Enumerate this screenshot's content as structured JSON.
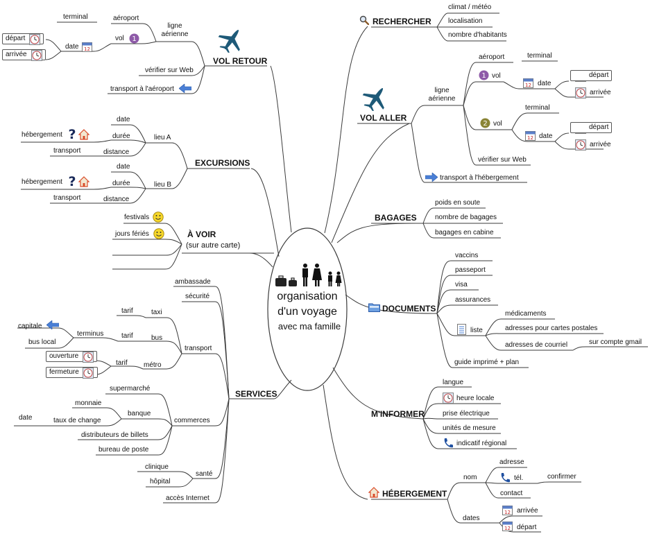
{
  "center": {
    "line1": "organisation",
    "line2": "d'un voyage",
    "line3": "avec ma famille"
  },
  "branches": {
    "rechercher": {
      "label": "RECHERCHER",
      "items": [
        "climat / météo",
        "localisation",
        "nombre d'habitants"
      ]
    },
    "vol_aller": {
      "label": "VOL ALLER",
      "ligne": "ligne aérienne",
      "aeroport": "aéroport",
      "terminal": "terminal",
      "vol": "vol",
      "date": "date",
      "depart": "départ",
      "arrivee": "arrivée",
      "verifier": "vérifier sur Web",
      "transport": "transport à l'hébergement"
    },
    "bagages": {
      "label": "BAGAGES",
      "items": [
        "poids en soute",
        "nombre de bagages",
        "bagages en cabine"
      ]
    },
    "documents": {
      "label": "DOCUMENTS",
      "items": [
        "vaccins",
        "passeport",
        "visa",
        "assurances"
      ],
      "liste": "liste",
      "liste_items": [
        "médicaments",
        "adresses pour cartes postales",
        "adresses de courriel"
      ],
      "gmail": "sur compte gmail",
      "guide": "guide imprimé + plan"
    },
    "minformer": {
      "label": "M'INFORMER",
      "items": [
        "langue",
        "heure locale",
        "prise électrique",
        "unités de mesure",
        "indicatif régional"
      ]
    },
    "hebergement": {
      "label": "HÉBERGEMENT",
      "nom": "nom",
      "adresse": "adresse",
      "tel": "tél.",
      "confirmer": "confirmer",
      "contact": "contact",
      "dates": "dates",
      "arrivee": "arrivée",
      "depart": "départ"
    },
    "vol_retour": {
      "label": "VOL RETOUR",
      "ligne": "ligne aérienne",
      "aeroport": "aéroport",
      "terminal": "terminal",
      "vol": "vol",
      "date": "date",
      "depart": "départ",
      "arrivee": "arrivée",
      "verifier": "vérifier sur Web",
      "transport": "transport à l'aéroport"
    },
    "excursions": {
      "label": "EXCURSIONS",
      "lieu_a": "lieu A",
      "lieu_b": "lieu B",
      "date": "date",
      "duree": "durée",
      "distance": "distance",
      "hebergement": "hébergement",
      "transport": "transport"
    },
    "a_voir": {
      "label": "À VOIR",
      "sublabel": "(sur autre carte)",
      "items": [
        "festivals",
        "jours fériés"
      ]
    },
    "services": {
      "label": "SERVICES",
      "ambassade": "ambassade",
      "securite": "sécurité",
      "transport": "transport",
      "taxi": "taxi",
      "bus": "bus",
      "metro": "métro",
      "tarif": "tarif",
      "terminus": "terminus",
      "capitale": "capitale",
      "bus_local": "bus local",
      "ouverture": "ouverture",
      "fermeture": "fermeture",
      "commerces": "commerces",
      "supermarche": "supermarché",
      "banque": "banque",
      "monnaie": "monnaie",
      "taux": "taux de change",
      "date": "date",
      "distributeurs": "distributeurs de billets",
      "poste": "bureau de poste",
      "sante": "santé",
      "clinique": "clinique",
      "hopital": "hôpital",
      "internet": "accès Internet"
    }
  },
  "badges": {
    "one": "1",
    "two": "2",
    "calendar_day": "12",
    "question": "?"
  },
  "icons": [
    "magnifier-icon",
    "airplane-icon",
    "folder-icon",
    "clock-icon",
    "calendar-icon",
    "house-icon",
    "phone-icon",
    "arrow-icon",
    "smiley-icon",
    "list-icon",
    "question-icon",
    "luggage-icon",
    "family-icon"
  ],
  "colors": {
    "line": "#3a3a3a",
    "arrow": "#4a7fd6",
    "plane": "#1e5a78",
    "smiley": "#f7d82a",
    "house": "#d94c2a",
    "badge_purple": "#8e5aa8",
    "badge_olive": "#8a8436",
    "phone": "#1e4fa0"
  }
}
